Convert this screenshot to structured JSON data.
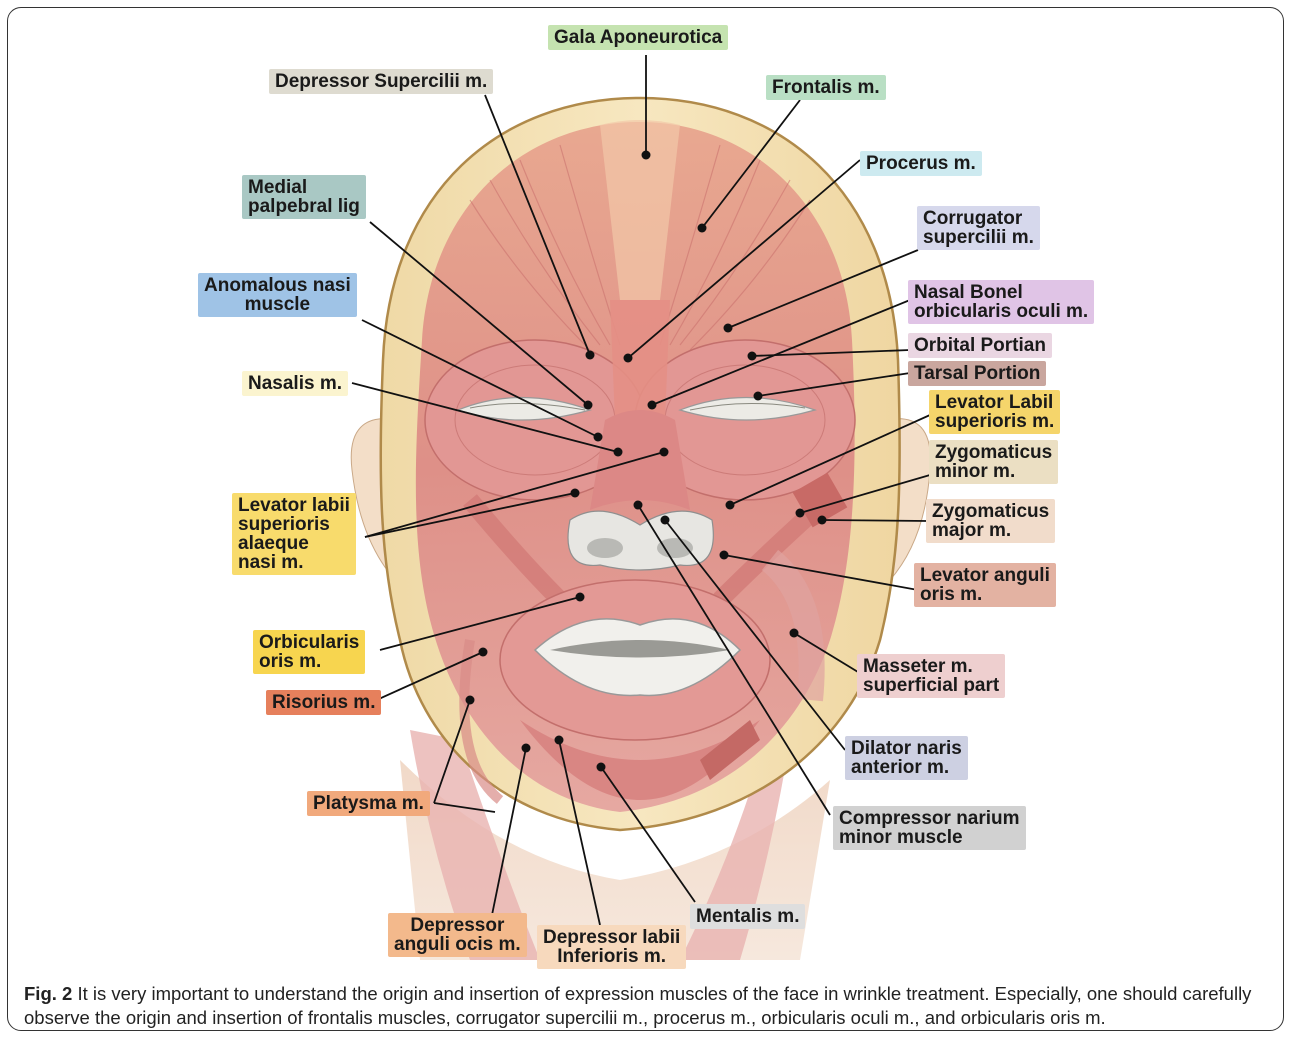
{
  "labels": {
    "gala": "Gala Aponeurotica",
    "depressor_supercilii": "Depressor Supercilii m.",
    "frontalis": "Frontalis m.",
    "procerus": "Procerus m.",
    "medial_palpebral": "Medial\npalpebral lig",
    "corrugator": "Corrugator\nsupercilii m.",
    "anomalous_nasi": "Anomalous nasi\nmuscle",
    "nasal_bonel": "Nasal Bonel\norbicularis oculi m.",
    "orbital_portian": "Orbital Portian",
    "tarsal_portion": "Tarsal Portion",
    "nasalis": "Nasalis m.",
    "levator_labil_sup": "Levator Labil\nsuperioris m.",
    "zygomaticus_minor": "Zygomaticus\nminor m.",
    "levator_labii_alaeque": "Levator labii\nsuperioris\nalaeque\nnasi m.",
    "zygomaticus_major": "Zygomaticus\nmajor m.",
    "levator_anguli": "Levator anguli\noris m.",
    "orbicularis_oris": "Orbicularis\noris m.",
    "masseter": "Masseter m.\nsuperficial part",
    "risorius": "Risorius m.",
    "dilator_naris": "Dilator naris\nanterior m.",
    "platysma": "Platysma m.",
    "compressor_narium": "Compressor narium\nminor muscle",
    "mentalis": "Mentalis m.",
    "depressor_anguli": "Depressor\nanguli ocis m.",
    "depressor_labii": "Depressor labii\nInferioris m."
  },
  "colors": {
    "gala": "#c5e3b0",
    "depressor_supercilii": "#dedbd0",
    "frontalis": "#b9dfc4",
    "procerus": "#cdeaf0",
    "medial_palpebral": "#a9c8c4",
    "corrugator": "#d6d8ec",
    "anomalous_nasi": "#9fc3e6",
    "nasal_bonel": "#e0c4e6",
    "orbital_portian": "#ead6e2",
    "tarsal_portion": "#c9a69e",
    "nasalis": "#fbf4cf",
    "levator_labil_sup": "#f5d56b",
    "zygomaticus_minor": "#ebdfc3",
    "levator_labii_alaeque": "#f8db6c",
    "zygomaticus_major": "#f1dccb",
    "levator_anguli": "#e3b2a2",
    "orbicularis_oris": "#f7d54f",
    "masseter": "#eecfcf",
    "risorius": "#e6805c",
    "dilator_naris": "#cdd0e2",
    "platysma": "#f1a97c",
    "compressor_narium": "#d1d1d1",
    "mentalis": "#dedede",
    "depressor_anguli": "#f3b98c",
    "depressor_labii": "#f7d9bd"
  },
  "caption": {
    "figure": "Fig. 2",
    "text": " It is very important to understand the origin and insertion of expression muscles of the face in wrinkle treatment. Especially, one should carefully observe the origin and insertion of frontalis muscles, corrugator supercilii m., procerus m., orbicularis oculi m., and orbicularis oris m."
  }
}
